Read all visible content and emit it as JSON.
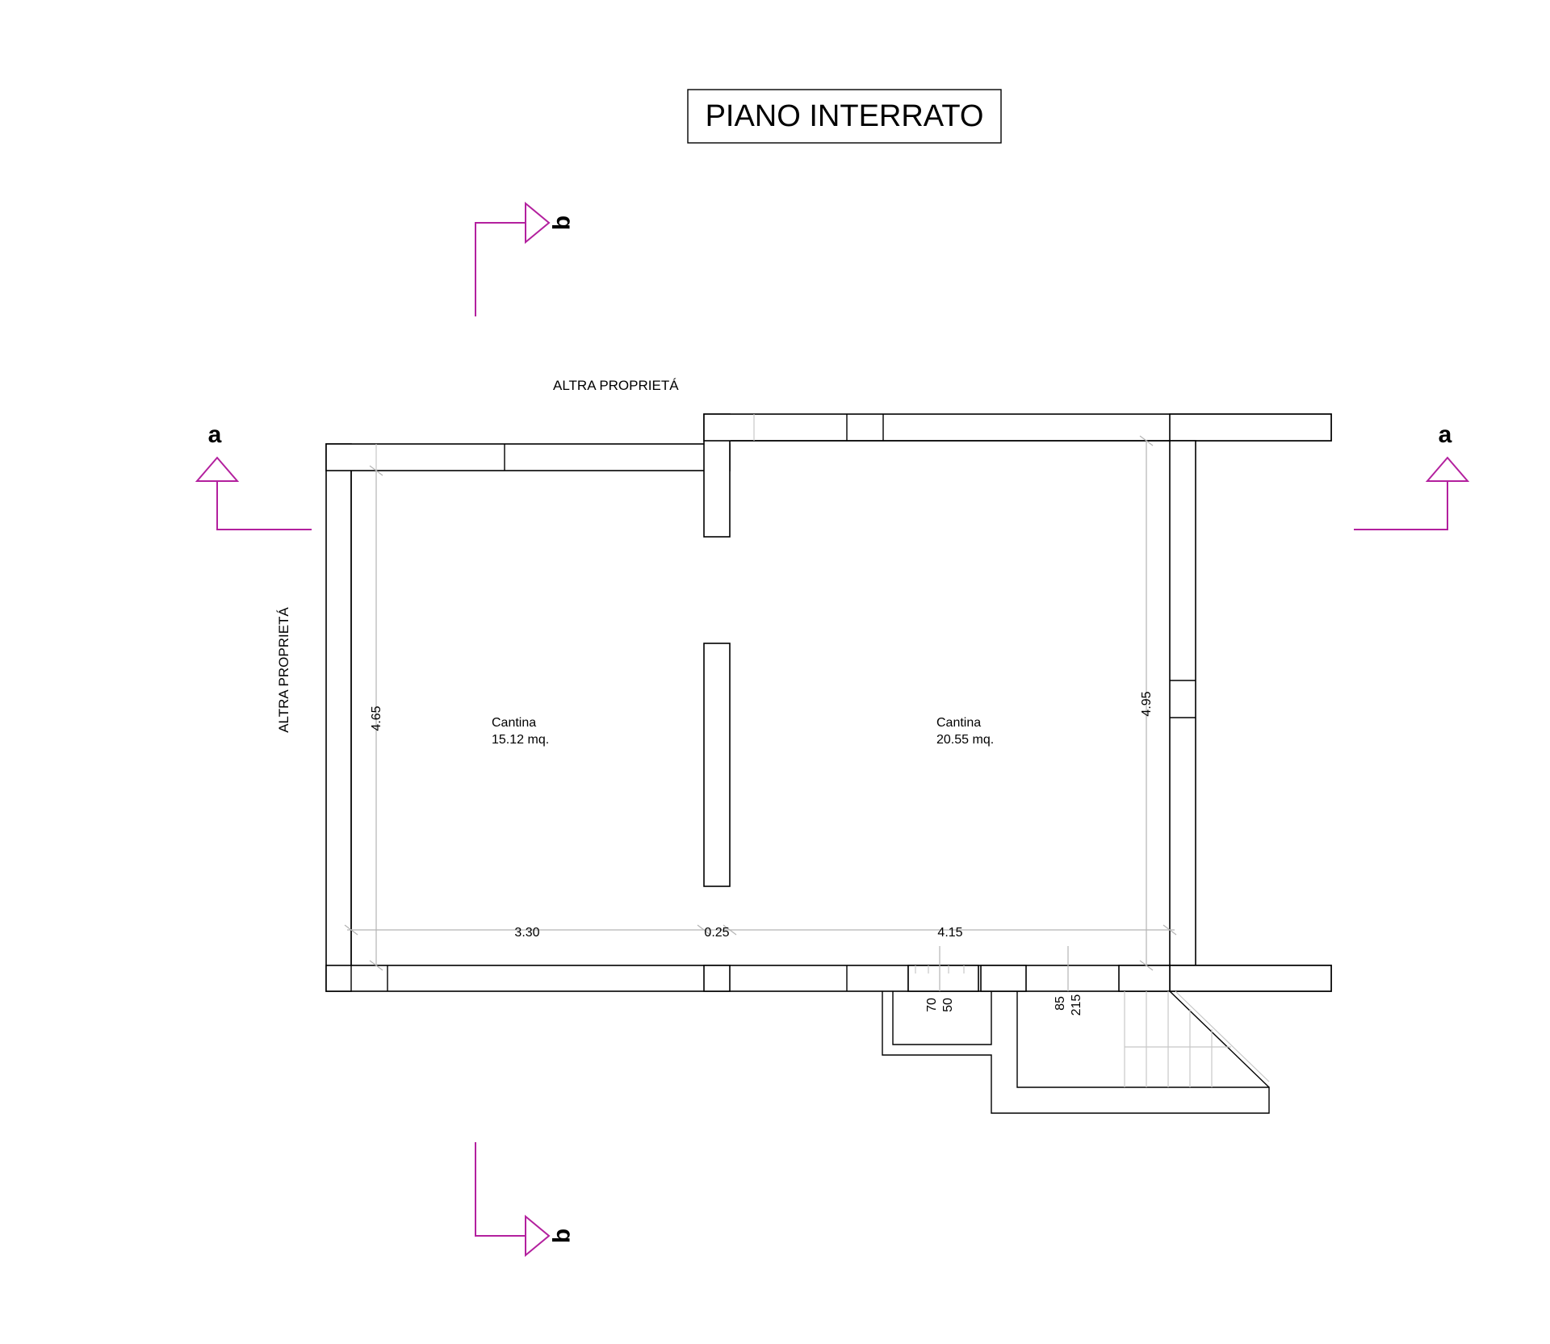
{
  "title": "PIANO INTERRATO",
  "section_marks": {
    "a": "a",
    "b": "q"
  },
  "labels": {
    "neighbor_top": "ALTRA PROPRIETÁ",
    "neighbor_left": "ALTRA PROPRIETÁ"
  },
  "rooms": [
    {
      "name": "Cantina",
      "area": "15.12 mq."
    },
    {
      "name": "Cantina",
      "area": "20.55 mq."
    }
  ],
  "dimensions": {
    "left_height": "4.65",
    "right_height": "4.95",
    "left_width": "3.30",
    "wall_thickness": "0.25",
    "right_width": "4.15",
    "opening_1_width": "70",
    "opening_1_height": "50",
    "opening_2_width": "85",
    "opening_2_height": "215"
  },
  "colors": {
    "section_line": "#b3209e",
    "walls": "#000000",
    "dimension_lines": "#b4b4b4"
  }
}
